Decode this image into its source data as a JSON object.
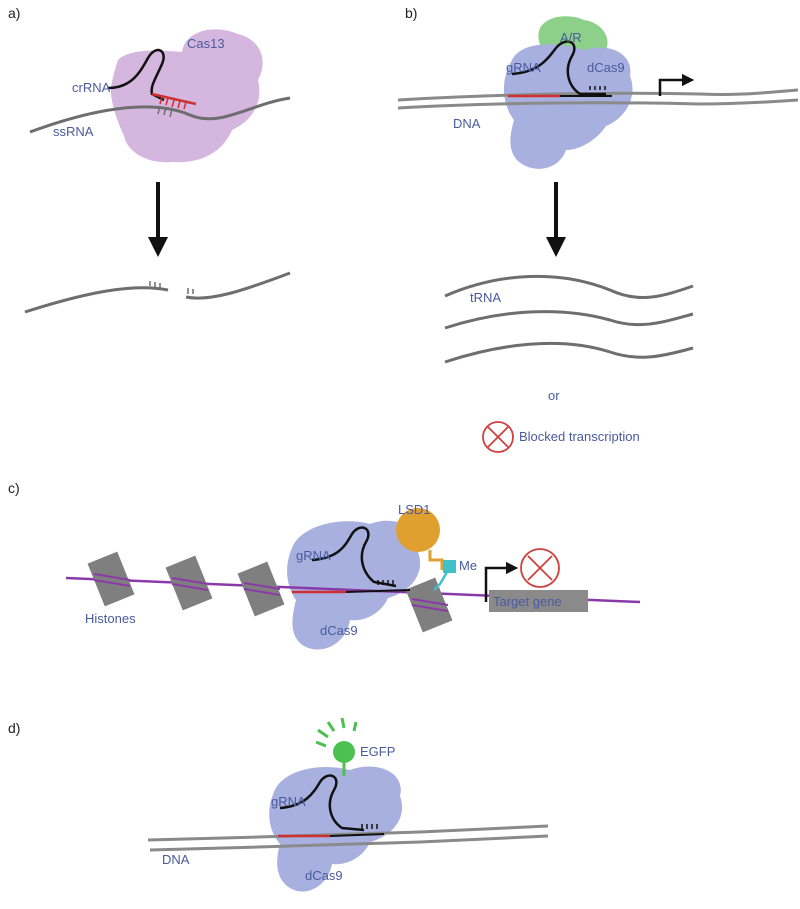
{
  "panels": {
    "a": {
      "letter": "a)",
      "labels": {
        "cas13": "Cas13",
        "crrna": "crRNA",
        "ssrna": "ssRNA"
      }
    },
    "b": {
      "letter": "b)",
      "labels": {
        "ar": "A/R",
        "dcas9": "dCas9",
        "grna": "gRNA",
        "dna": "DNA",
        "trna": "tRNA",
        "or": "or",
        "blocked": "Blocked transcription"
      }
    },
    "c": {
      "letter": "c)",
      "labels": {
        "lsd1": "LSD1",
        "me": "Me",
        "grna": "gRNA",
        "dcas9": "dCas9",
        "histones": "Histones",
        "target_gene": "Target gene"
      }
    },
    "d": {
      "letter": "d)",
      "labels": {
        "egfp": "EGFP",
        "grna": "gRNA",
        "dna": "DNA",
        "dcas9": "dCas9"
      }
    }
  },
  "colors": {
    "cas13": "#d4b6de",
    "dcas9": "#a8b0e0",
    "ar": "#8cd08a",
    "lsd1": "#e0a030",
    "egfp": "#4cc050",
    "nucleic_acid": "#6e6e6e",
    "guide": "#111111",
    "target": "#d03030",
    "chromatin": "#8a3aa8",
    "histone": "#7f7f7f",
    "methyl": "#40c0c8",
    "label": "#4a5a9e"
  }
}
